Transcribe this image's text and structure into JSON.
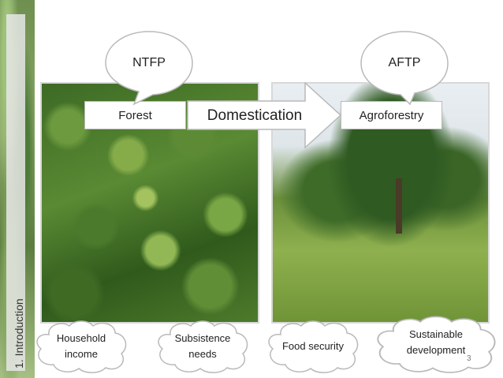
{
  "slide": {
    "section_label": "1.  Introduction",
    "page_number": "3"
  },
  "boxes": {
    "forest": "Forest",
    "agroforestry": "Agroforestry"
  },
  "arrow": {
    "label": "Domestication"
  },
  "bubbles": {
    "ntfp": "NTFP",
    "aftp": "AFTP"
  },
  "clouds": {
    "household_income": "Household income",
    "subsistence_needs": "Subsistence needs",
    "food_security": "Food security",
    "sustainable_development": "Sustainable development"
  }
}
